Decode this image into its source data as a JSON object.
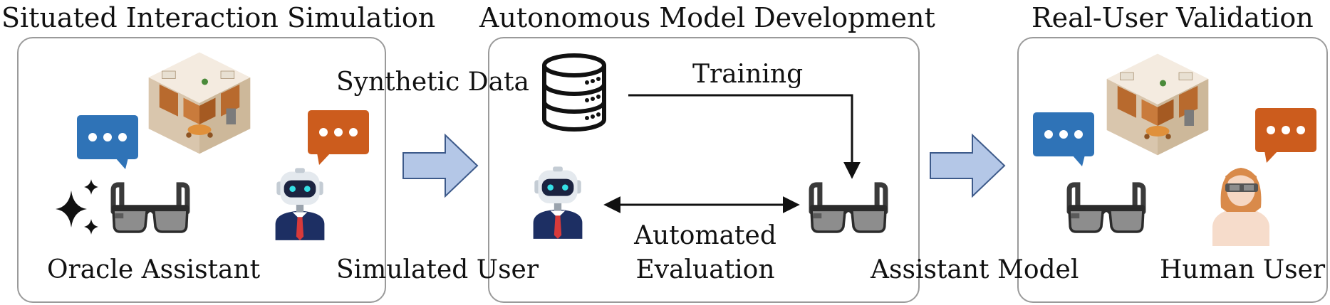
{
  "panels": {
    "simulation": {
      "title": "Situated Interaction Simulation"
    },
    "development": {
      "title": "Autonomous Model Development"
    },
    "validation": {
      "title": "Real-User Validation"
    }
  },
  "labels": {
    "oracle_assistant": "Oracle Assistant",
    "simulated_user": "Simulated User",
    "synthetic_data": "Synthetic Data",
    "training": "Training",
    "automated_evaluation_line1": "Automated",
    "automated_evaluation_line2": "Evaluation",
    "assistant_model": "Assistant Model",
    "human_user": "Human User"
  },
  "colors": {
    "bubble_blue": "#2f73b7",
    "bubble_orange": "#cc5c1d",
    "arrow_fill": "#b4c7e7",
    "arrow_stroke": "#3d5a8a",
    "robot_navy": "#1d2f63",
    "panel_border": "#9a9a9a"
  }
}
